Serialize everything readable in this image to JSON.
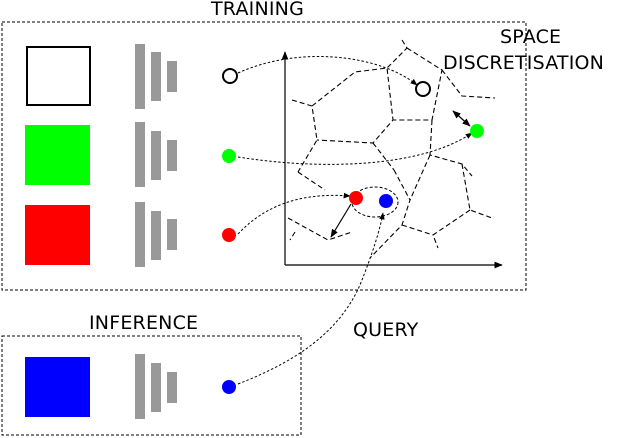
{
  "labels": {
    "training": "TRAINING",
    "space_line1": "SPACE",
    "space_line2": "DISCRETISATION",
    "inference": "INFERENCE",
    "query": "QUERY"
  },
  "colors": {
    "white_sample": "#ffffff",
    "green_sample": "#00ff00",
    "red_sample": "#ff0000",
    "blue_sample": "#0000ff",
    "encoder_gray": "#999999",
    "outline": "#000000"
  },
  "training_rows": [
    {
      "name": "white",
      "color": "#ffffff"
    },
    {
      "name": "green",
      "color": "#00ff00"
    },
    {
      "name": "red",
      "color": "#ff0000"
    }
  ],
  "inference_rows": [
    {
      "name": "blue",
      "color": "#0000ff"
    }
  ],
  "icons": [
    "encoder-bars-icon",
    "embedding-point-icon",
    "dashed-arrow-icon"
  ]
}
